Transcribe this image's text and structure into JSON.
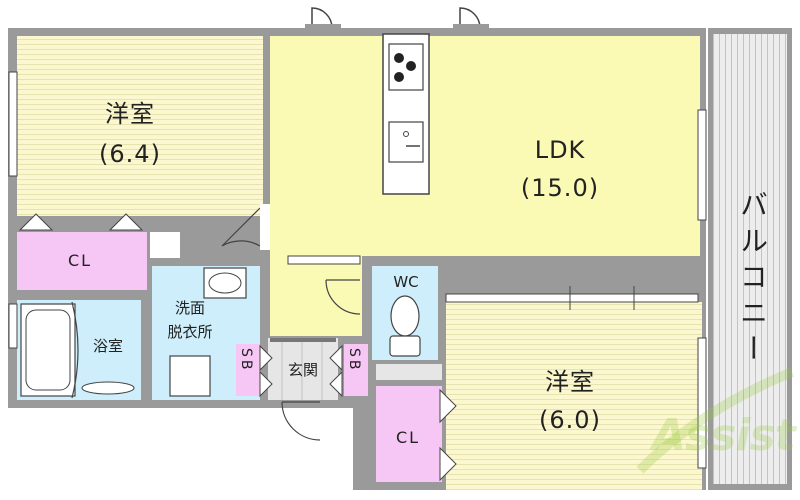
{
  "rooms": {
    "bedroom_nw": {
      "name": "洋室",
      "size": "(6.4)"
    },
    "ldk": {
      "name": "LDK",
      "size": "(15.0)"
    },
    "bedroom_se": {
      "name": "洋室",
      "size": "(6.0)"
    },
    "closet_nw": "CL",
    "closet_se": "CL",
    "bath": "浴室",
    "washroom_line1": "洗面",
    "washroom_line2": "脱衣所",
    "wc": "WC",
    "entrance": "玄関",
    "shoe_box_left": "SB",
    "shoe_box_right": "SB",
    "balcony": "バルコニー"
  },
  "watermark": "Assist",
  "colors": {
    "bedroom_floor": "#fbf7cf",
    "ldk_floor": "#fafab4",
    "closet": "#f6c6f4",
    "wet_area": "#cdeefa",
    "entrance": "#e6e6e6",
    "wall": "#9a9a9a",
    "balcony": "#ededed"
  }
}
